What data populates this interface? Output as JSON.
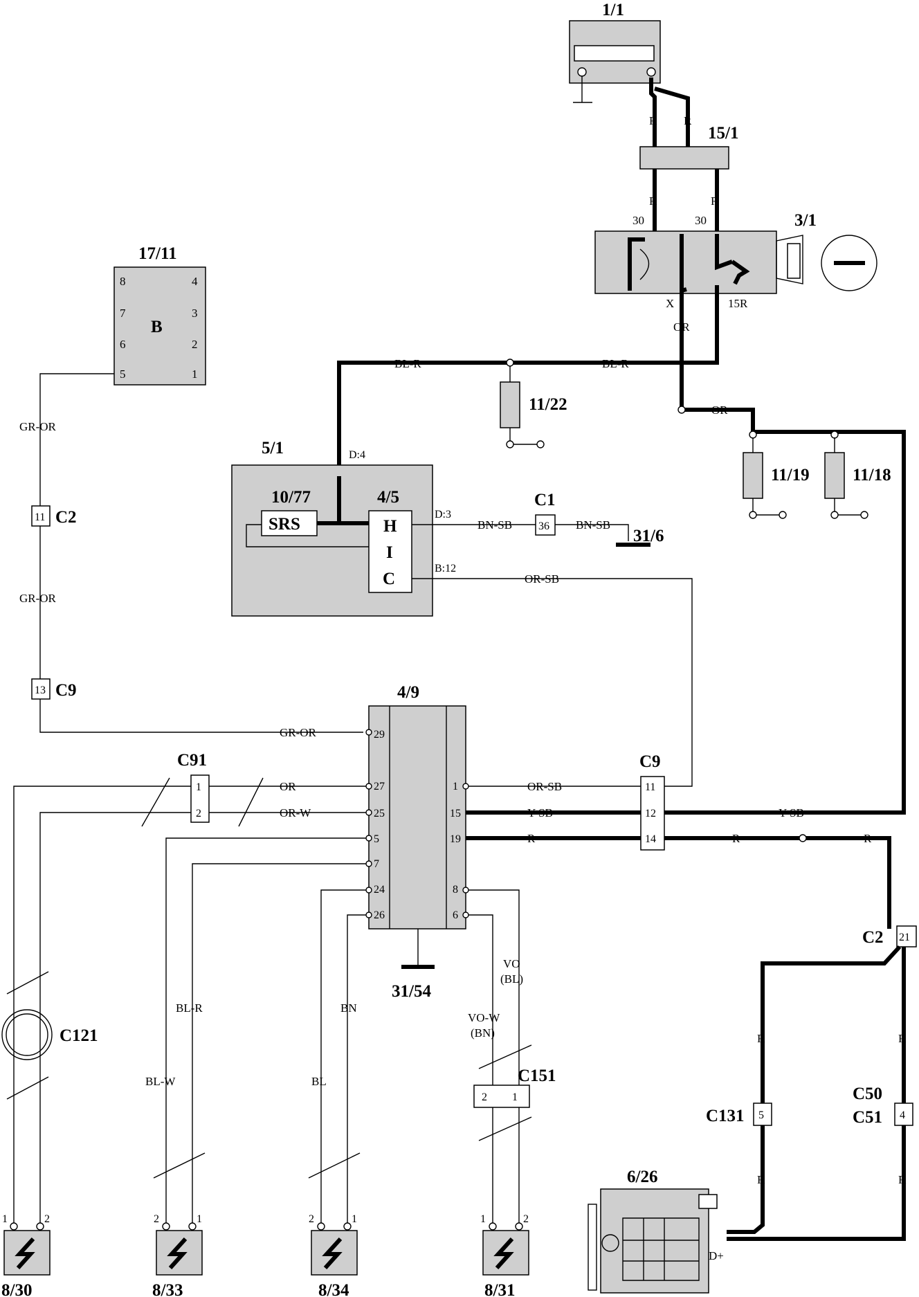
{
  "components": {
    "c1_1": "1/1",
    "c15_1": "15/1",
    "c3_1": "3/1",
    "c17_11": "17/11",
    "c17_11_letter": "B",
    "c17_11_pins": [
      "8",
      "7",
      "6",
      "5",
      "4",
      "3",
      "2",
      "1"
    ],
    "c5_1": "5/1",
    "c10_77": "10/77",
    "srs": "SRS",
    "c4_5": "4/5",
    "hic": [
      "H",
      "I",
      "C"
    ],
    "c11_22": "11/22",
    "c11_19": "11/19",
    "c11_18": "11/18",
    "c31_6": "31/6",
    "c4_9": "4/9",
    "c31_54": "31/54",
    "c6_26": "6/26",
    "d_plus": "D+",
    "c8_30": "8/30",
    "c8_33": "8/33",
    "c8_34": "8/34",
    "c8_31": "8/31"
  },
  "connectors": {
    "C1": {
      "name": "C1",
      "pin": "36"
    },
    "C2_left": {
      "name": "C2",
      "pin": "11"
    },
    "C9_left": {
      "name": "C9",
      "pin": "13"
    },
    "C91": {
      "name": "C91",
      "pins": [
        "1",
        "2"
      ]
    },
    "C9_right": {
      "name": "C9",
      "pins": [
        "11",
        "12",
        "14"
      ]
    },
    "C2_right": {
      "name": "C2",
      "pin": "21"
    },
    "C121": {
      "name": "C121"
    },
    "C151": {
      "name": "C151",
      "pins": [
        "2",
        "1"
      ]
    },
    "C131": {
      "name": "C131",
      "pin": "5"
    },
    "C50_51": {
      "name1": "C50",
      "name2": "C51",
      "pin": "4"
    }
  },
  "pins": {
    "ign_30a": "30",
    "ign_30b": "30",
    "ign_x": "X",
    "ign_15r": "15R",
    "d4": "D:4",
    "d3": "D:3",
    "b12": "B:12",
    "m29": "29",
    "m27": "27",
    "m25": "25",
    "m5": "5",
    "m7": "7",
    "m24": "24",
    "m26": "26",
    "m1": "1",
    "m15": "15",
    "m19": "19",
    "m8": "8",
    "m6": "6",
    "s830_1": "1",
    "s830_2": "2",
    "s833_2": "2",
    "s833_1": "1",
    "s834_2": "2",
    "s834_1": "1",
    "s831_1": "1",
    "s831_2": "2"
  },
  "wires": {
    "r1": "R",
    "r2": "R",
    "r3": "R",
    "r4": "R",
    "or_ign": "OR",
    "or_feed": "OR",
    "blr_left": "BL-R",
    "blr_right": "BL-R",
    "gror_1": "GR-OR",
    "gror_2": "GR-OR",
    "gror_3": "GR-OR",
    "bnsb_1": "BN-SB",
    "bnsb_2": "BN-SB",
    "orsb_top": "OR-SB",
    "orsb_bot": "OR-SB",
    "or_c91": "OR",
    "orw_c91": "OR-W",
    "ysb_1": "Y-SB",
    "ysb_2": "Y-SB",
    "r_19": "R",
    "r_mid": "R",
    "r_right": "R",
    "r_c131a": "R",
    "r_c131b": "R",
    "r_c50a": "R",
    "r_c50b": "R",
    "vo": "VO",
    "vo_bl": "(BL)",
    "vow": "VO-W",
    "vow_bn": "(BN)",
    "blr_833": "BL-R",
    "blw_833": "BL-W",
    "bn_834": "BN",
    "bl_834": "BL"
  }
}
